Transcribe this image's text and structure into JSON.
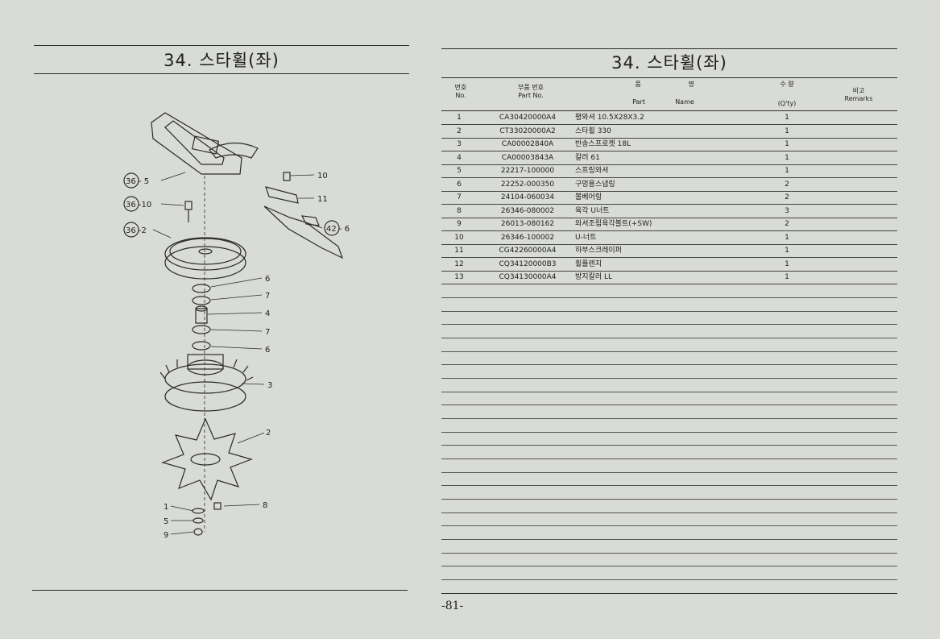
{
  "left_page": {
    "title": "34. 스타휠(좌)",
    "callouts": {
      "c36_5": "36 - 5",
      "c36_10": "36 -10",
      "c36_2": "36 -2",
      "c10": "10",
      "c11": "11",
      "c42_6": "42 - 6",
      "c6a": "6",
      "c7a": "7",
      "c4": "4",
      "c7b": "7",
      "c6b": "6",
      "c3": "3",
      "c2": "2",
      "c1": "1",
      "c8": "8",
      "c5": "5",
      "c9": "9"
    }
  },
  "right_page": {
    "title": "34. 스타휠(좌)",
    "header": {
      "no_kr": "번호",
      "no_en": "No.",
      "part_kr": "부품 번호",
      "part_en": "Part No.",
      "name_kr_1": "품",
      "name_kr_2": "명",
      "name_en_1": "Part",
      "name_en_2": "Name",
      "qty_kr": "수 량",
      "qty_en": "(Q'ty)",
      "remarks_kr": "비고",
      "remarks_en": "Remarks"
    },
    "rows": [
      {
        "no": "1",
        "part": "CA30420000A4",
        "name": "평와셔 10.5X28X3.2",
        "qty": "1"
      },
      {
        "no": "2",
        "part": "CT33020000A2",
        "name": "스타휠 330",
        "qty": "1"
      },
      {
        "no": "3",
        "part": "CA00002840A",
        "name": "반송스프로켓 18L",
        "qty": "1"
      },
      {
        "no": "4",
        "part": "CA00003843A",
        "name": "칼러 61",
        "qty": "1"
      },
      {
        "no": "5",
        "part": "22217-100000",
        "name": "스프링와셔",
        "qty": "1"
      },
      {
        "no": "6",
        "part": "22252-000350",
        "name": "구멍용스냅링",
        "qty": "2"
      },
      {
        "no": "7",
        "part": "24104-060034",
        "name": "볼베어링",
        "qty": "2"
      },
      {
        "no": "8",
        "part": "26346-080002",
        "name": "육각 U너트",
        "qty": "3"
      },
      {
        "no": "9",
        "part": "26013-080162",
        "name": "와셔조립육각볼트(+SW)",
        "qty": "2"
      },
      {
        "no": "10",
        "part": "26346-100002",
        "name": "U-너트",
        "qty": "1"
      },
      {
        "no": "11",
        "part": "CG42260000A4",
        "name": "하부스크레이퍼",
        "qty": "1"
      },
      {
        "no": "12",
        "part": "CQ34120000B3",
        "name": "휠플렌지",
        "qty": "1"
      },
      {
        "no": "13",
        "part": "CQ34130000A4",
        "name": "방지칼러 LL",
        "qty": "1"
      }
    ],
    "page_number": "-81-"
  }
}
